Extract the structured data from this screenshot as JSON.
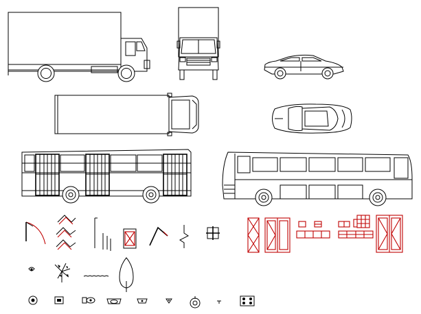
{
  "drawing": {
    "background": "#ffffff",
    "line_color": "#000000",
    "accent_color": "#c00000",
    "blocks": [
      "box-truck-side",
      "box-truck-front",
      "sedan-side",
      "box-truck-top",
      "sedan-top",
      "city-bus-side",
      "coach-bus-side",
      "door-swing-symbol",
      "zigzag-symbols",
      "vertical-line-symbols",
      "window-symbol",
      "angle-symbol",
      "break-line-symbol",
      "grid-symbol",
      "red-door-panels",
      "red-window-units",
      "small-plant-symbol",
      "palm-plant-symbol",
      "grass-line-symbol",
      "tree-elevation-symbol",
      "fixture-row"
    ]
  }
}
